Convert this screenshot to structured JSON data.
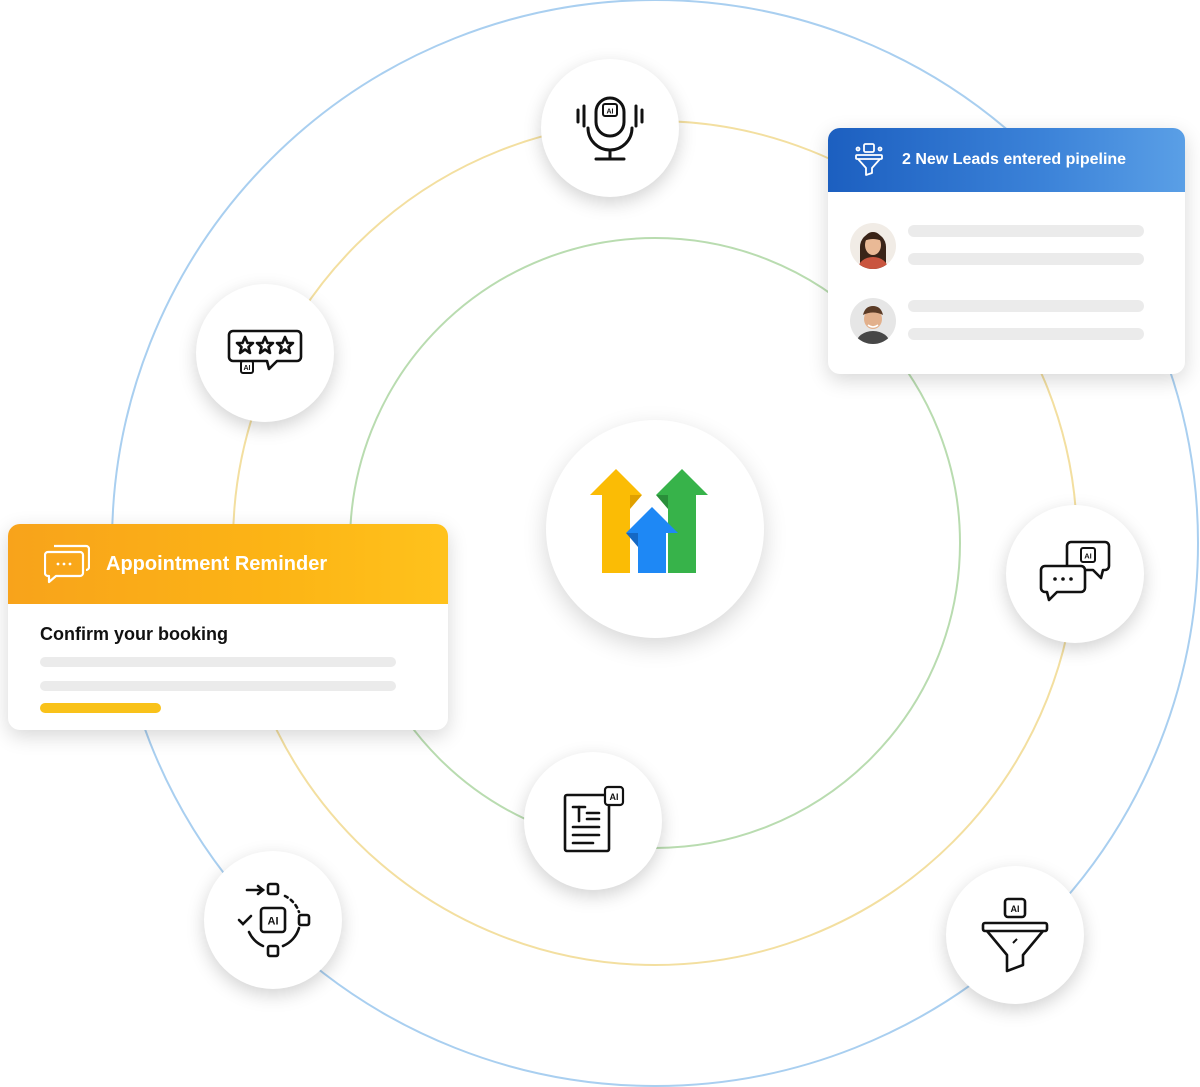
{
  "colors": {
    "outer_ring": "#a9cff0",
    "middle_ring": "#f3dfa0",
    "inner_ring": "#b9dcb0",
    "logo_yellow": "#fbbc05",
    "logo_blue": "#1e88f5",
    "logo_green": "#37b34a",
    "appt_header": "#fcb415",
    "leads_header": "#2a70cc",
    "progress_bar": "#f9c21a"
  },
  "center": {
    "icon": "brand-logo-arrows-icon"
  },
  "nodes": {
    "top": {
      "icon": "ai-microphone-icon"
    },
    "upper_left": {
      "icon": "ai-star-review-icon"
    },
    "right": {
      "icon": "ai-chat-bubbles-icon"
    },
    "bottom_center": {
      "icon": "ai-document-text-icon"
    },
    "bottom_left": {
      "icon": "ai-workflow-icon"
    },
    "bottom_right": {
      "icon": "ai-funnel-icon"
    }
  },
  "appointment_card": {
    "title": "Appointment Reminder",
    "subtitle": "Confirm your booking",
    "icon": "chat-bubbles-icon",
    "progress": 0.34
  },
  "leads_card": {
    "title": "2 New Leads entered pipeline",
    "icon": "ai-funnel-icon",
    "leads": [
      {
        "avatar": "woman-avatar"
      },
      {
        "avatar": "man-avatar"
      }
    ]
  }
}
